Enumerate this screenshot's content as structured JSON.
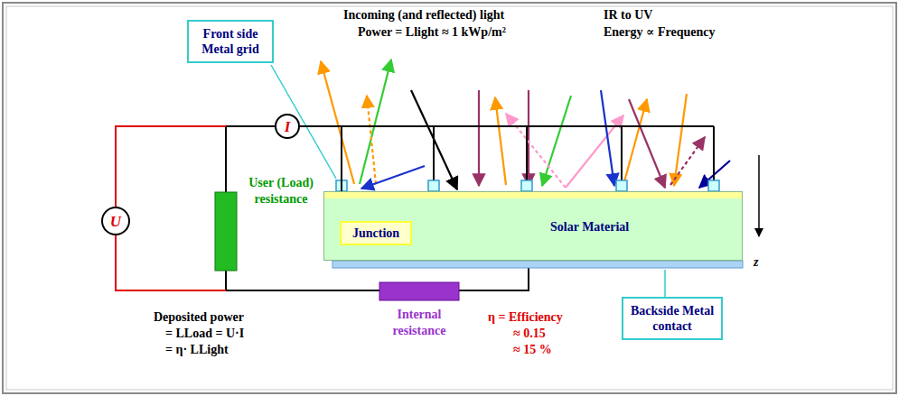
{
  "diagram": {
    "nodes": [
      {
        "text": [
          "Front side Metal grid"
        ]
      },
      {
        "text": [
          "I"
        ]
      },
      {
        "text": [
          "U"
        ]
      },
      {
        "text": [
          "Solar Material"
        ]
      },
      {
        "text": [
          "Junction"
        ],
        "in": 3
      },
      {
        "text": [
          "Backside Metal contact"
        ]
      }
    ],
    "edges": [
      {
        "from": 1,
        "to": 3,
        "arrow": "none"
      }
    ],
    "labels": [
      "Incoming (and reflected) light",
      "Power = Llight ≈ 1 kWp/m²",
      "IR to UV",
      "Energy ∝ Frequency",
      "User (Load) resistance",
      "z",
      "Deposited power",
      "= LLoad = U·I",
      "= η· LLight",
      "Internal resistance",
      "η = Efficiency",
      "≈ 0.15",
      "≈ 15 %"
    ]
  }
}
